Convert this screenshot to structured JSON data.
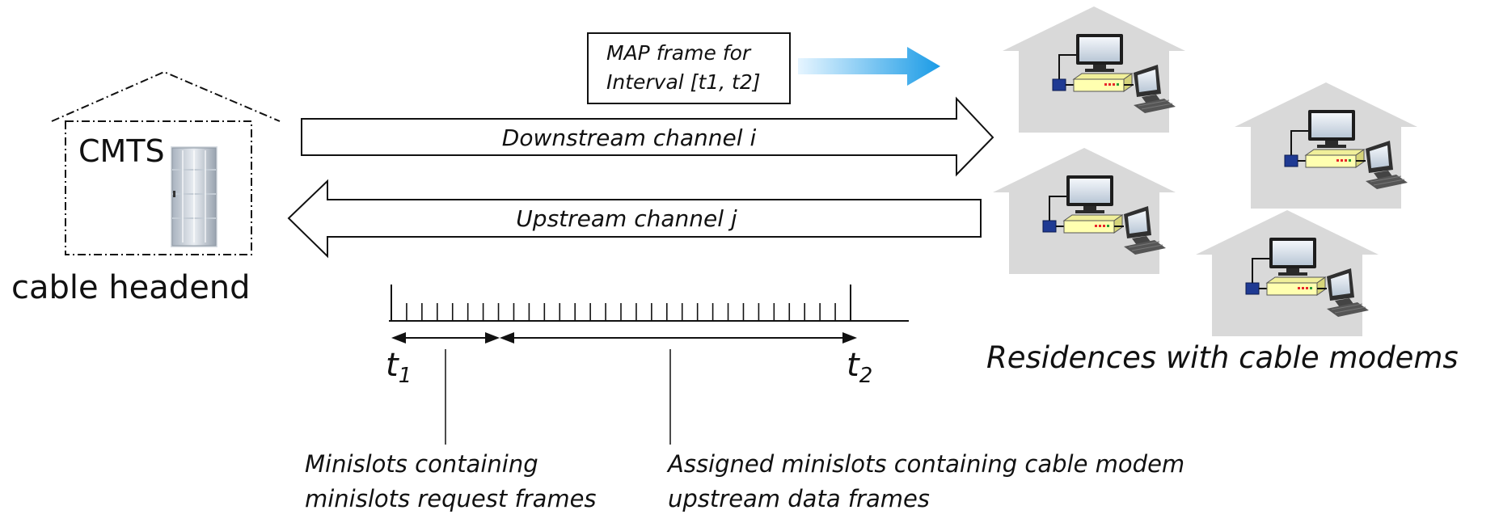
{
  "headend": {
    "label": "CMTS",
    "caption": "cable headend"
  },
  "map_frame": {
    "line1": "MAP frame for",
    "line2": "Interval [t1, t2]"
  },
  "channels": {
    "downstream": "Downstream channel i",
    "upstream": "Upstream channel j"
  },
  "timeline": {
    "t1_base": "t",
    "t1_sub": "1",
    "t2_base": "t",
    "t2_sub": "2",
    "tick_count": 30,
    "request_minislots": 6
  },
  "annotations": {
    "request_line1": "Minislots containing",
    "request_line2": "minislots request frames",
    "assigned_line1": "Assigned minislots containing cable modem",
    "assigned_line2": "upstream data frames"
  },
  "residences": {
    "caption": "Residences with cable modems",
    "count": 4
  },
  "colors": {
    "house": "#d9d9d9",
    "modem": "#ffffb0",
    "modem_led": "#e8262a",
    "port": "#1f3a93",
    "arrow_blue": "#1a9be6"
  }
}
